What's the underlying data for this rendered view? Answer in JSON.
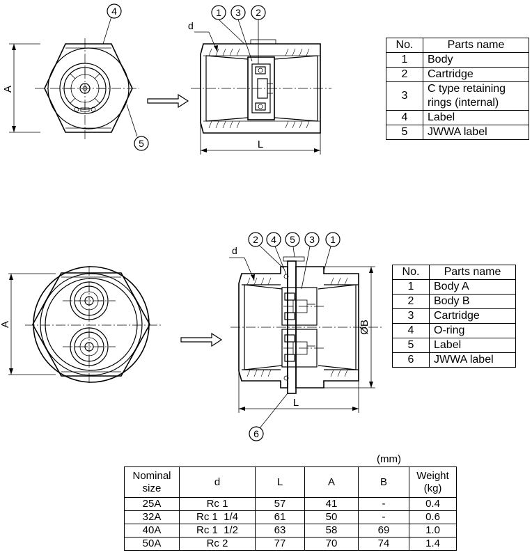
{
  "top": {
    "callouts": {
      "c1": "1",
      "c2": "2",
      "c3": "3",
      "c4": "4",
      "c5": "5"
    },
    "dim_A": "A",
    "dim_L": "L",
    "dim_d": "d",
    "parts": {
      "headers": [
        "No.",
        "Parts name"
      ],
      "rows": [
        {
          "no": "1",
          "name": "Body"
        },
        {
          "no": "2",
          "name": "Cartridge"
        },
        {
          "no": "3",
          "name": "C type retaining rings (internal)"
        },
        {
          "no": "4",
          "name": "Label"
        },
        {
          "no": "5",
          "name": "JWWA label"
        }
      ]
    }
  },
  "bottom": {
    "callouts": {
      "c1": "1",
      "c2": "2",
      "c3": "3",
      "c4": "4",
      "c5": "5",
      "c6": "6"
    },
    "dim_A": "A",
    "dim_L": "L",
    "dim_d": "d",
    "dim_B": "ØB",
    "parts": {
      "headers": [
        "No.",
        "Parts name"
      ],
      "rows": [
        {
          "no": "1",
          "name": "Body A"
        },
        {
          "no": "2",
          "name": "Body B"
        },
        {
          "no": "3",
          "name": "Cartridge"
        },
        {
          "no": "4",
          "name": "O-ring"
        },
        {
          "no": "5",
          "name": "Label"
        },
        {
          "no": "6",
          "name": "JWWA label"
        }
      ]
    }
  },
  "dimensions": {
    "unit": "(mm)",
    "headers": [
      "Nominal size",
      "d",
      "L",
      "A",
      "B",
      "Weight (kg)"
    ],
    "rows": [
      [
        "25A",
        "Rc 1",
        "57",
        "41",
        "-",
        "0.4"
      ],
      [
        "32A",
        "Rc 1  1/4",
        "61",
        "50",
        "-",
        "0.6"
      ],
      [
        "40A",
        "Rc 1  1/2",
        "63",
        "58",
        "69",
        "1.0"
      ],
      [
        "50A",
        "Rc 2",
        "77",
        "70",
        "74",
        "1.4"
      ]
    ]
  }
}
